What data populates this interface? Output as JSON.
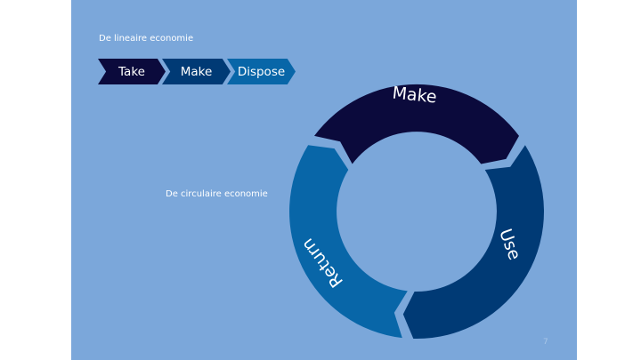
{
  "slide": {
    "linear_title": "De lineaire economie",
    "linear_steps": [
      "Take",
      "Make",
      "Dispose"
    ],
    "circular_title": "De circulaire economie",
    "cycle_steps": [
      "Make",
      "Use",
      "Return"
    ],
    "page_number": "7"
  },
  "colors": {
    "background": "#7ba7da",
    "dark": "#0b0a3c",
    "mid": "#003a75",
    "light": "#0866a8"
  }
}
